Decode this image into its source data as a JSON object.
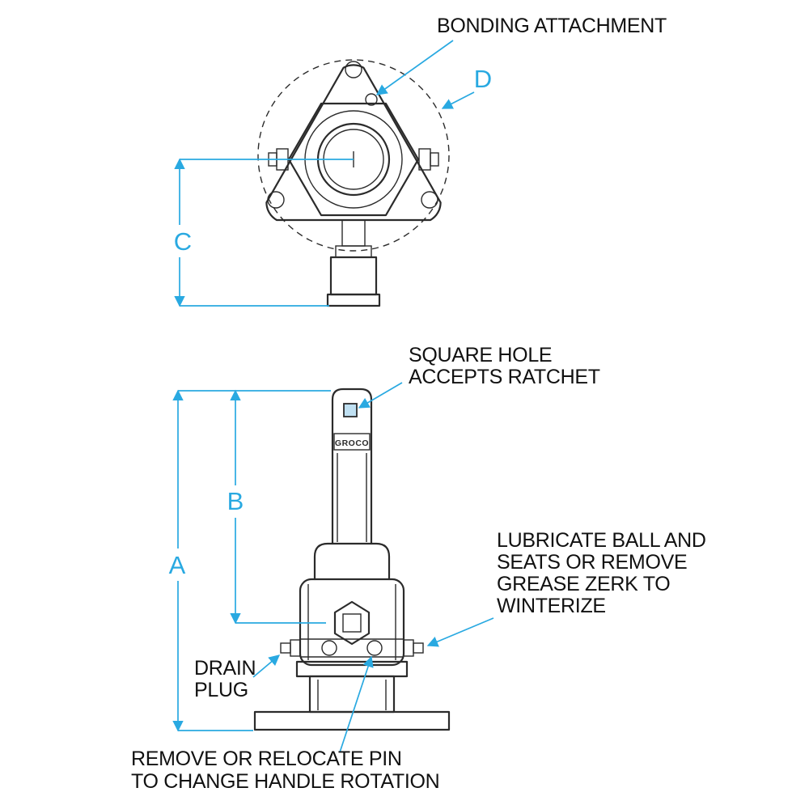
{
  "colors": {
    "accent": "#29a9e1",
    "line": "#2b2b2b",
    "ink": "#111111",
    "hole_fill": "#bfe0f2"
  },
  "labels": {
    "bonding": "BONDING ATTACHMENT",
    "dims": {
      "a": "A",
      "b": "B",
      "c": "C",
      "d": "D"
    },
    "square_hole": [
      "SQUARE HOLE",
      "ACCEPTS RATCHET"
    ],
    "lubricate": [
      "LUBRICATE BALL AND",
      "SEATS OR REMOVE",
      "GREASE ZERK TO",
      "WINTERIZE"
    ],
    "drain": [
      "DRAIN",
      "PLUG"
    ],
    "pin": [
      "REMOVE OR RELOCATE PIN",
      "TO CHANGE HANDLE ROTATION"
    ],
    "brand": "GROCO"
  }
}
